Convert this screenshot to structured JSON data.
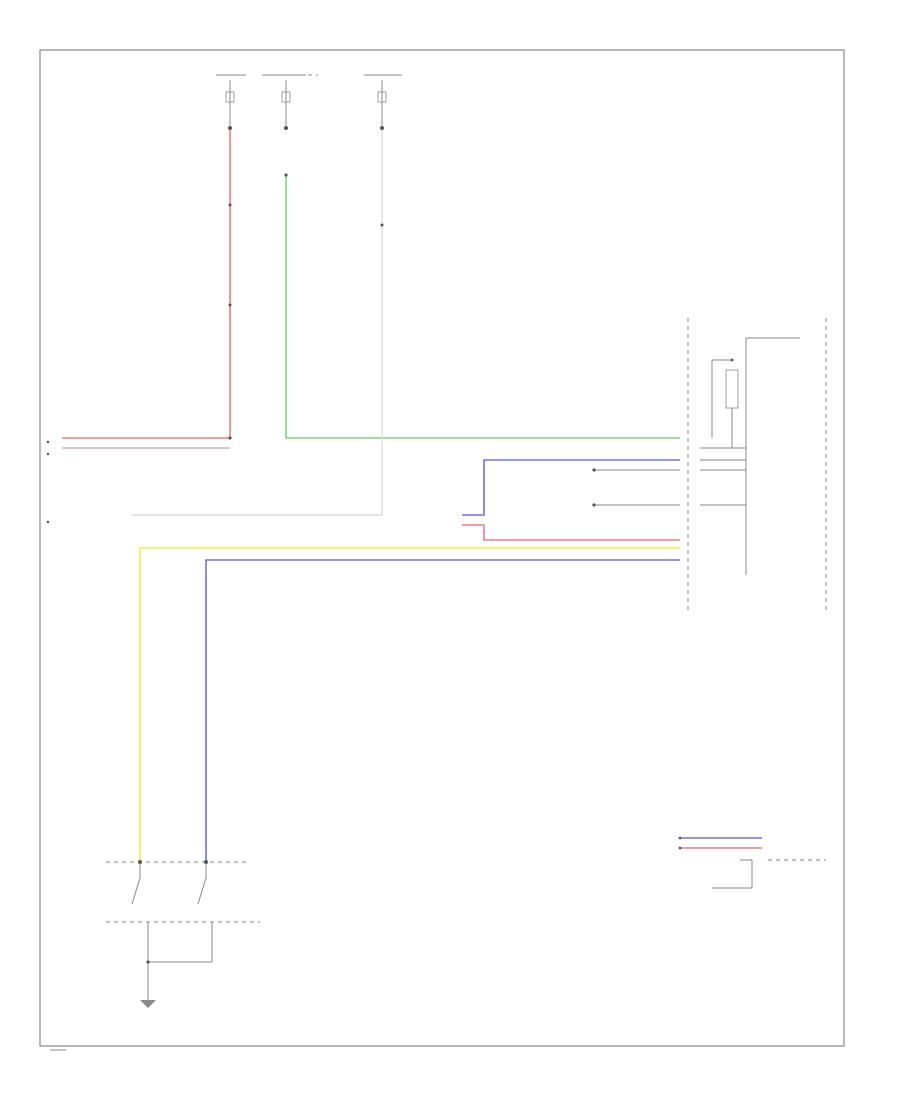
{
  "diagram": {
    "footer_label": "",
    "tiny_labels_note": "",
    "wire_colors": {
      "red": "#f07a86",
      "green": "#7cd67c",
      "white": "#d8d8d8",
      "blue": "#7070f0",
      "yellow": "#f2f25a",
      "gray": "#8a8a8a"
    },
    "components": [
      {
        "id": "fuse-block-1",
        "label": "",
        "interactable": false
      },
      {
        "id": "fuse-block-2",
        "label": "",
        "interactable": false
      },
      {
        "id": "fuse-block-3",
        "label": "",
        "interactable": false
      },
      {
        "id": "combination-meter",
        "label": "",
        "interactable": false
      },
      {
        "id": "switch-assembly",
        "label": "",
        "interactable": false
      },
      {
        "id": "ground-point",
        "label": "",
        "interactable": false
      },
      {
        "id": "remote-module",
        "label": "",
        "interactable": false
      }
    ]
  }
}
